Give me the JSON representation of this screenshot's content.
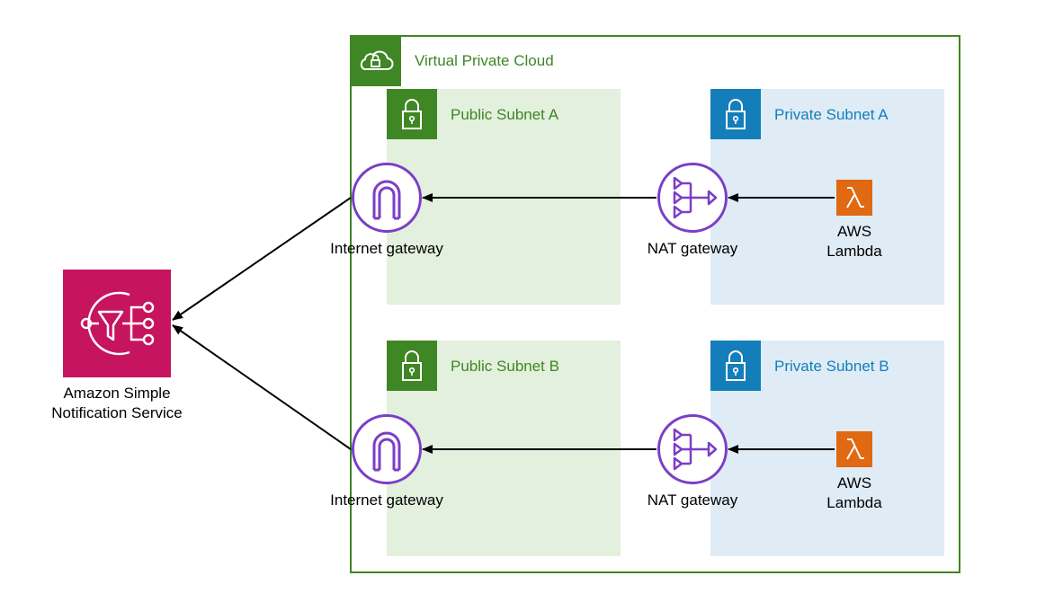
{
  "vpc": {
    "title": "Virtual Private Cloud",
    "icon": "cloud-lock-icon",
    "border_color": "#3f8624"
  },
  "subnets": [
    {
      "title": "Public Subnet A",
      "kind": "public",
      "color": "#3f8624",
      "fill": "#e3f0dd"
    },
    {
      "title": "Private Subnet A",
      "kind": "private",
      "color": "#147eba",
      "fill": "#dfecf6"
    },
    {
      "title": "Public Subnet B",
      "kind": "public",
      "color": "#3f8624",
      "fill": "#e3f0dd"
    },
    {
      "title": "Private Subnet B",
      "kind": "private",
      "color": "#147eba",
      "fill": "#dfecf6"
    }
  ],
  "nodes": {
    "sns": {
      "label_line1": "Amazon Simple",
      "label_line2": "Notification Service",
      "icon": "sns-icon",
      "color": "#c7145e"
    },
    "igw_a": {
      "label": "Internet gateway",
      "icon": "internet-gateway-icon",
      "color": "#7b3ec7"
    },
    "igw_b": {
      "label": "Internet gateway",
      "icon": "internet-gateway-icon",
      "color": "#7b3ec7"
    },
    "nat_a": {
      "label": "NAT gateway",
      "icon": "nat-gateway-icon",
      "color": "#7b3ec7"
    },
    "nat_b": {
      "label": "NAT gateway",
      "icon": "nat-gateway-icon",
      "color": "#7b3ec7"
    },
    "lambda_a": {
      "label_line1": "AWS",
      "label_line2": "Lambda",
      "icon": "lambda-icon",
      "color": "#e06911"
    },
    "lambda_b": {
      "label_line1": "AWS",
      "label_line2": "Lambda",
      "icon": "lambda-icon",
      "color": "#e06911"
    }
  },
  "edges": [
    {
      "from": "AWS Lambda (A)",
      "to": "NAT gateway (A)"
    },
    {
      "from": "NAT gateway (A)",
      "to": "Internet gateway (A)"
    },
    {
      "from": "Internet gateway (A)",
      "to": "Amazon Simple Notification Service"
    },
    {
      "from": "AWS Lambda (B)",
      "to": "NAT gateway (B)"
    },
    {
      "from": "NAT gateway (B)",
      "to": "Internet gateway (B)"
    },
    {
      "from": "Internet gateway (B)",
      "to": "Amazon Simple Notification Service"
    }
  ]
}
